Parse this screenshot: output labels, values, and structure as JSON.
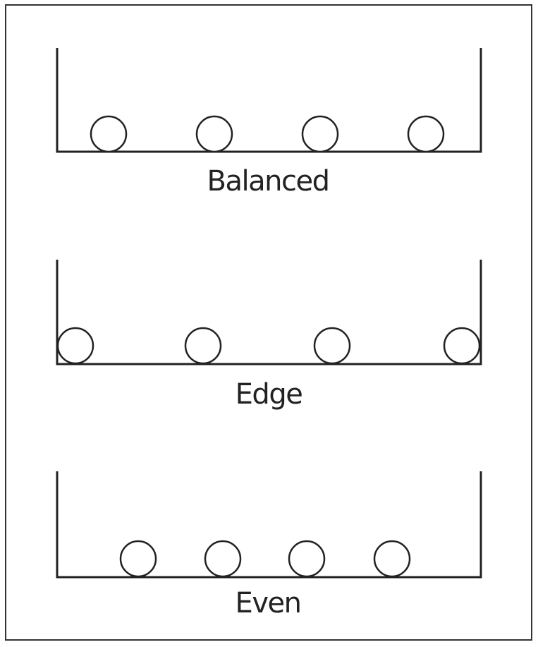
{
  "panels": [
    {
      "id": "balanced",
      "label": "Balanced",
      "ball_count": 4
    },
    {
      "id": "edge",
      "label": "Edge",
      "ball_count": 4
    },
    {
      "id": "even",
      "label": "Even",
      "ball_count": 4
    }
  ],
  "colors": {
    "stroke": "#222222",
    "background": "#ffffff",
    "frame": "#333333"
  }
}
